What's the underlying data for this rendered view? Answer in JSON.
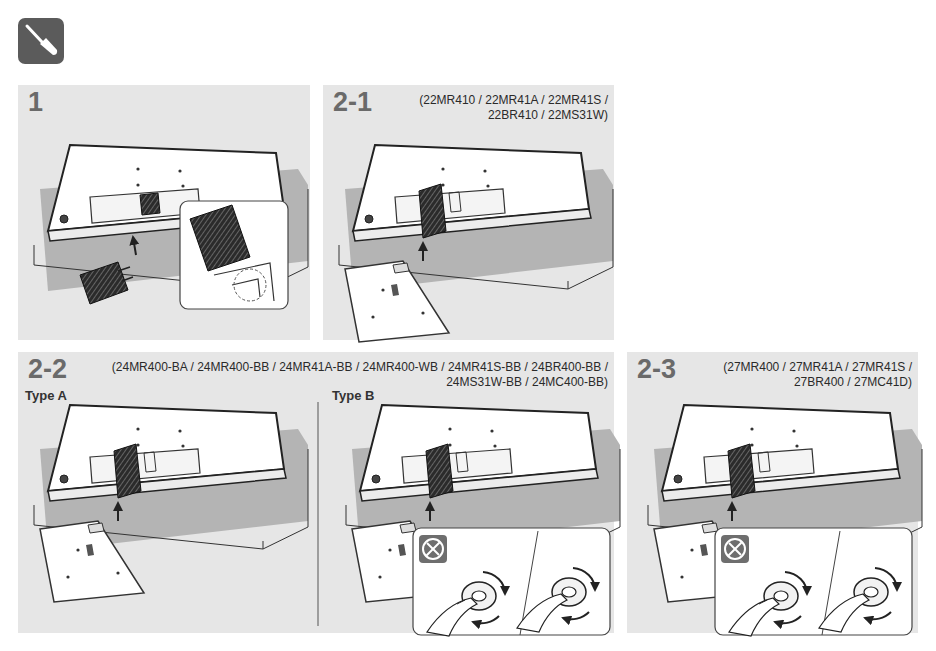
{
  "diagram": {
    "nodes": [
      {
        "text": [
          "1"
        ]
      },
      {
        "text": [
          "2-1",
          "(22MR410 / 22MR41A / 22MR41S / 22BR410 / 22MS31W)"
        ]
      },
      {
        "text": [
          "2-2",
          "(24MR400-BA / 24MR400-BB / 24MR41A-BB / 24MR400-WB / 24MR41S-BB / 24BR400-BB / 24MS31W-BB / 24MC400-BB)"
        ]
      },
      {
        "text": [
          "2-3",
          "(27MR400 / 27MR41A / 27MR41S / 27BR400 / 27MC41D)"
        ]
      }
    ],
    "labels": [
      "Type A",
      "Type B"
    ]
  }
}
